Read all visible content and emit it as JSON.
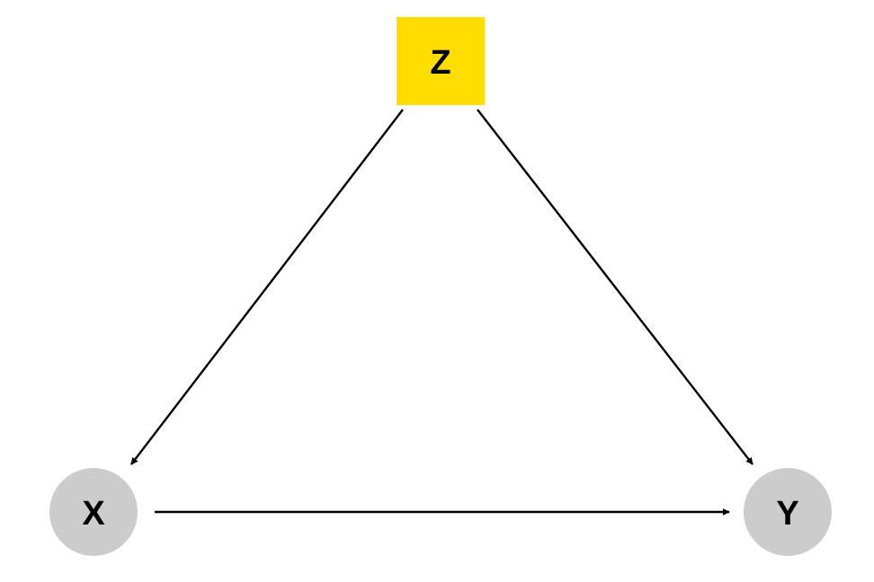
{
  "nodes": {
    "z": {
      "label": "Z",
      "shape": "square",
      "fill": "#FFDD00"
    },
    "x": {
      "label": "X",
      "shape": "circle",
      "fill": "#CCCCCC"
    },
    "y": {
      "label": "Y",
      "shape": "circle",
      "fill": "#CCCCCC"
    }
  },
  "edges": [
    {
      "from": "Z",
      "to": "X"
    },
    {
      "from": "Z",
      "to": "Y"
    },
    {
      "from": "X",
      "to": "Y"
    }
  ],
  "colors": {
    "edge": "#000000",
    "label": "#000000",
    "background": "#FFFFFF"
  }
}
